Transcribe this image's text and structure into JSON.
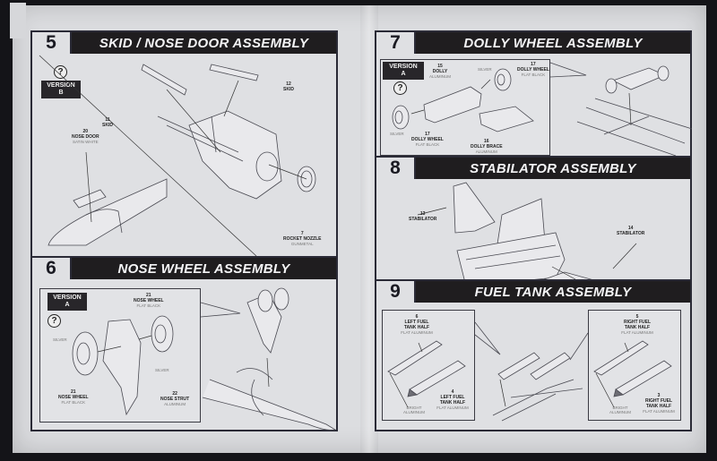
{
  "document": {
    "type": "Model kit instruction sheet",
    "steps": [
      {
        "number": "5",
        "title": "SKID / NOSE DOOR ASSEMBLY",
        "version": {
          "label": "VERSION",
          "value": "B"
        },
        "help_icon": "?",
        "callouts": [
          {
            "part": "11",
            "name": "SKID",
            "color": ""
          },
          {
            "part": "12",
            "name": "SKID",
            "color": ""
          },
          {
            "part": "20",
            "name": "NOSE DOOR",
            "color": "SATIN WHITE"
          },
          {
            "part": "7",
            "name": "ROCKET NOZZLE",
            "color": "GUNMETAL"
          }
        ]
      },
      {
        "number": "6",
        "title": "NOSE WHEEL ASSEMBLY",
        "version": {
          "label": "VERSION",
          "value": "A"
        },
        "help_icon": "?",
        "callouts": [
          {
            "part": "21",
            "name": "NOSE WHEEL",
            "color": "FLAT BLACK"
          },
          {
            "part": "21",
            "name": "NOSE WHEEL",
            "color": "FLAT BLACK"
          },
          {
            "part": "22",
            "name": "NOSE STRUT",
            "color": "ALUMINUM"
          }
        ],
        "color_notes": [
          "SILVER",
          "SILVER"
        ]
      },
      {
        "number": "7",
        "title": "DOLLY WHEEL ASSEMBLY",
        "version": {
          "label": "VERSION",
          "value": "A"
        },
        "help_icon": "?",
        "callouts": [
          {
            "part": "15",
            "name": "DOLLY",
            "color": "ALUMINUM"
          },
          {
            "part": "17",
            "name": "DOLLY WHEEL",
            "color": "FLAT BLACK"
          },
          {
            "part": "17",
            "name": "DOLLY WHEEL",
            "color": "FLAT BLACK"
          },
          {
            "part": "16",
            "name": "DOLLY BRACE",
            "color": "ALUMINUM"
          }
        ],
        "color_notes": [
          "SILVER",
          "SILVER"
        ]
      },
      {
        "number": "8",
        "title": "STABILATOR ASSEMBLY",
        "callouts": [
          {
            "part": "13",
            "name": "STABILATOR",
            "color": ""
          },
          {
            "part": "14",
            "name": "STABILATOR",
            "color": ""
          }
        ]
      },
      {
        "number": "9",
        "title": "FUEL TANK ASSEMBLY",
        "callouts": [
          {
            "part": "6",
            "name": "LEFT FUEL TANK HALF",
            "color": "FLAT ALUMINUM"
          },
          {
            "part": "4",
            "name": "LEFT FUEL TANK HALF",
            "color": "FLAT ALUMINUM"
          },
          {
            "part": "5",
            "name": "RIGHT FUEL TANK HALF",
            "color": "FLAT ALUMINUM"
          },
          {
            "part": "3",
            "name": "RIGHT FUEL TANK HALF",
            "color": "FLAT ALUMINUM"
          }
        ],
        "color_notes": [
          "BRIGHT ALUMINUM",
          "BRIGHT ALUMINUM"
        ]
      }
    ]
  },
  "colors": {
    "paper": "#dcdde0",
    "header_bar": "#1f1d1f",
    "background": "#141418"
  }
}
